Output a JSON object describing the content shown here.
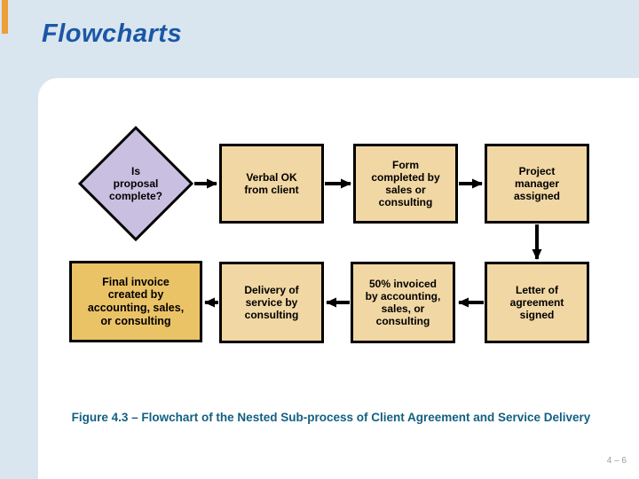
{
  "slide": {
    "title": "Flowcharts",
    "caption": "Figure 4.3 – Flowchart of the Nested Sub-process of Client Agreement and Service Delivery",
    "page_number": "4 – 6"
  },
  "flowchart": {
    "decision": {
      "shape": "diamond",
      "label": "Is\nproposal\ncomplete?"
    },
    "verbal_ok": {
      "shape": "process",
      "label": "Verbal OK\nfrom client"
    },
    "form_completed": {
      "shape": "process",
      "label": "Form\ncompleted by\nsales or\nconsulting"
    },
    "project_manager": {
      "shape": "process",
      "label": "Project\nmanager\nassigned"
    },
    "letter_signed": {
      "shape": "process",
      "label": "Letter of\nagreement\nsigned"
    },
    "invoiced_50": {
      "shape": "process",
      "label": "50%  invoiced\nby accounting,\nsales, or\nconsulting"
    },
    "delivery": {
      "shape": "process",
      "label": "Delivery of\nservice by\nconsulting"
    },
    "final_invoice": {
      "shape": "process",
      "label": "Final invoice\ncreated by\naccounting, sales,\nor consulting"
    },
    "flow_order": [
      "decision",
      "verbal_ok",
      "form_completed",
      "project_manager",
      "letter_signed",
      "invoiced_50",
      "delivery",
      "final_invoice"
    ]
  },
  "colors": {
    "background": "#d9e6ef",
    "panel": "#ffffff",
    "title_text": "#1b57a5",
    "caption_text": "#125f82",
    "diamond_fill": "#c9bfe0",
    "process_fill": "#f1d7a3",
    "final_invoice_fill": "#ebc367",
    "stroke": "#000000",
    "accent_mark": "#ed9e38",
    "page_number_text": "#9b9b9b"
  }
}
